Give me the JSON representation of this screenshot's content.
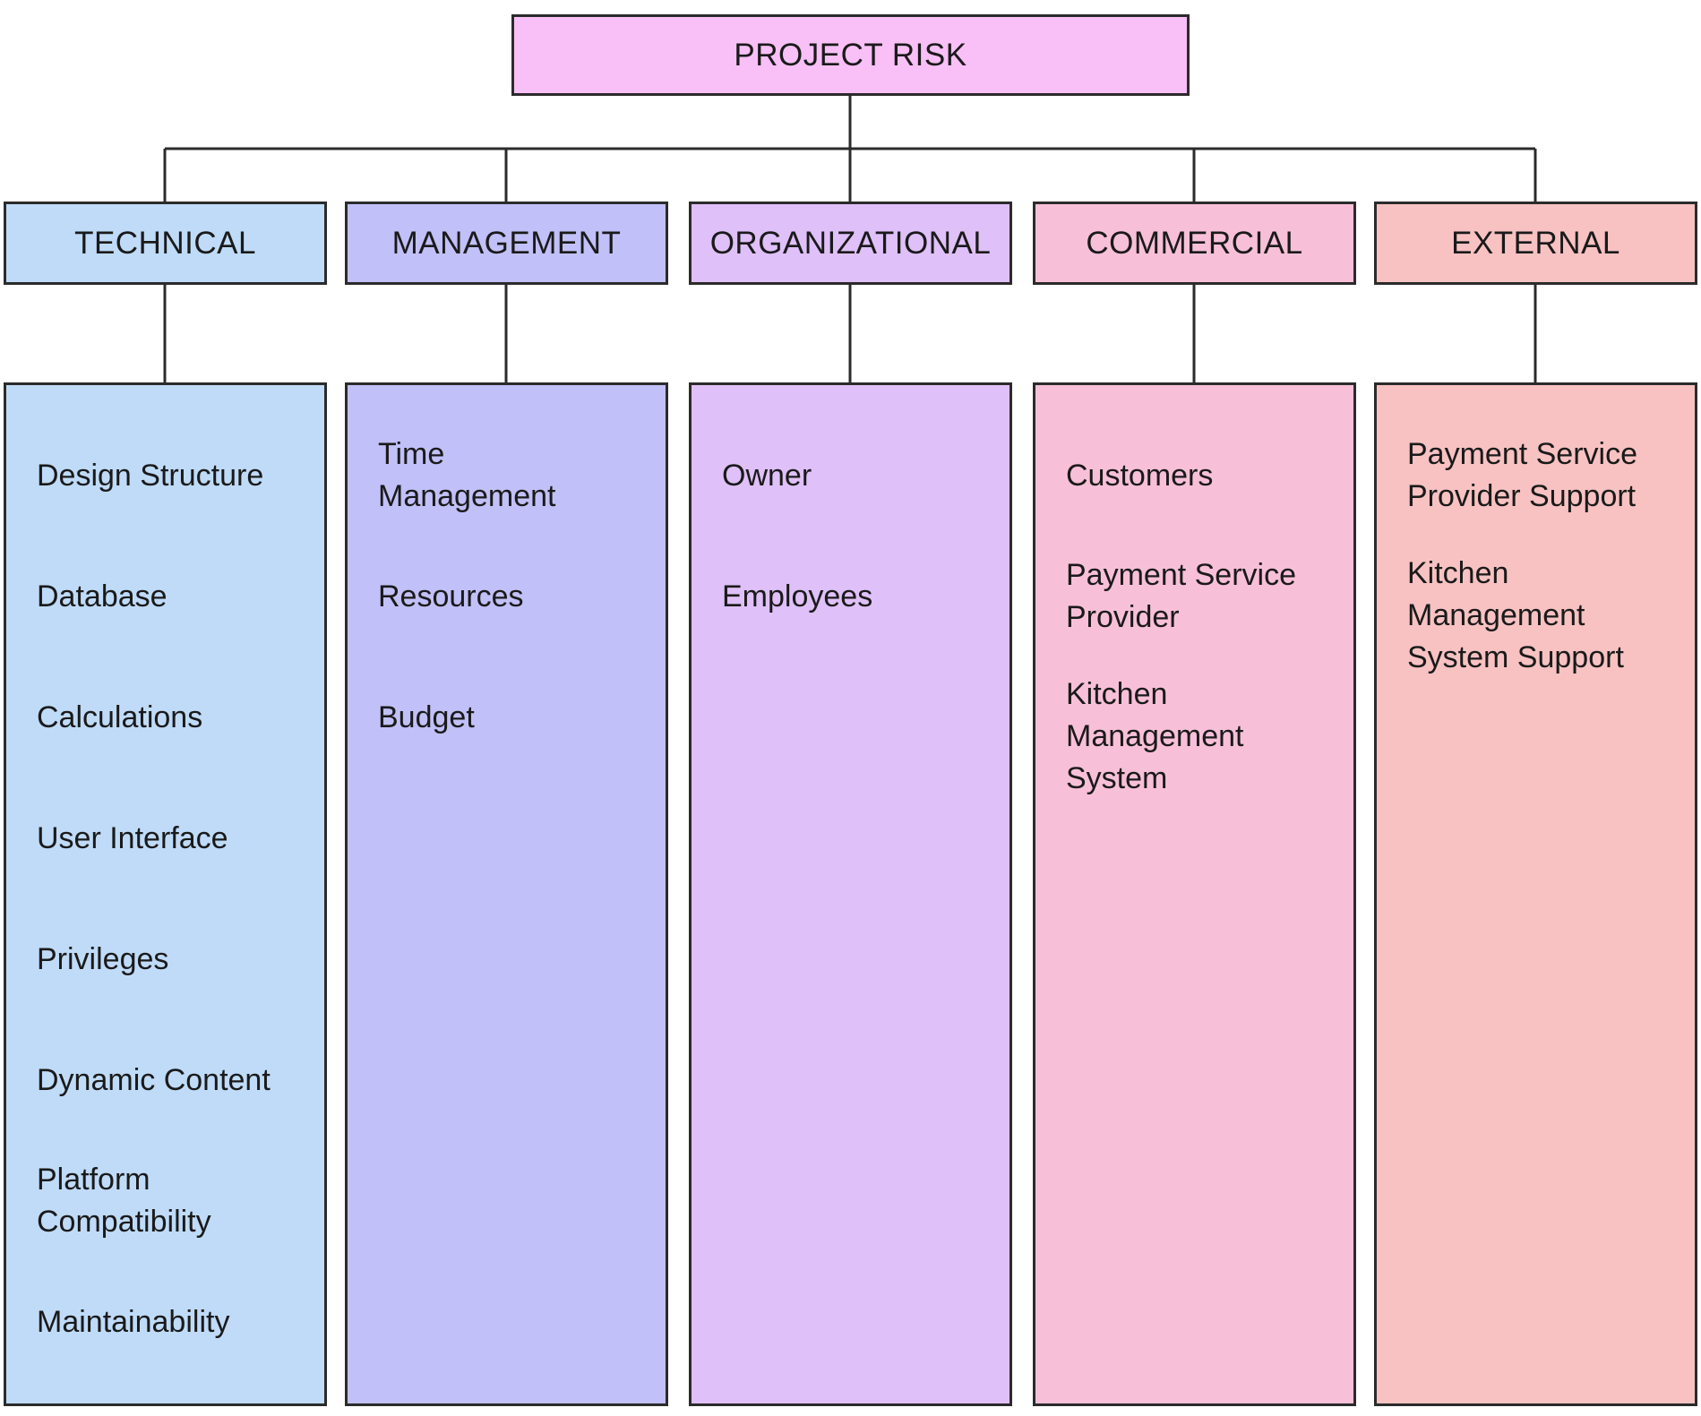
{
  "diagram": {
    "root": {
      "label": "PROJECT RISK",
      "color": "#f8c0f6"
    },
    "categories": [
      {
        "id": "technical",
        "label": "TECHNICAL",
        "color": "#bfdbf8",
        "items": [
          "Design Structure",
          "Database",
          "Calculations",
          "User Interface",
          "Privileges",
          "Dynamic Content",
          "Platform Compatibility",
          "Maintainability"
        ]
      },
      {
        "id": "management",
        "label": "MANAGEMENT",
        "color": "#c2c0f8",
        "items": [
          "Time Management",
          "Resources",
          "Budget"
        ]
      },
      {
        "id": "organizational",
        "label": "ORGANIZATIONAL",
        "color": "#dfc0f8",
        "items": [
          "Owner",
          "Employees"
        ]
      },
      {
        "id": "commercial",
        "label": "COMMERCIAL",
        "color": "#f8c0d8",
        "items": [
          "Customers",
          "Payment Service Provider",
          "Kitchen Management System"
        ]
      },
      {
        "id": "external",
        "label": "EXTERNAL",
        "color": "#f8c2c2",
        "items": [
          "Payment Service Provider Support",
          "Kitchen Management System Support"
        ]
      }
    ]
  }
}
